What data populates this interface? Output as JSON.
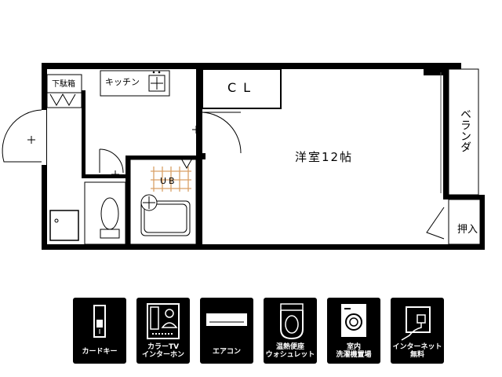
{
  "floor_plan": {
    "labels": {
      "kitchen": "キッチン",
      "shoe_cabinet": "下駄箱",
      "closet": "CL",
      "western_room": "洋室12帖",
      "unit_bath": "UB",
      "veranda": "ベランダ",
      "storage": "押入"
    }
  },
  "amenities": [
    {
      "lines": [
        "カードキー"
      ],
      "icon": "card-key-icon"
    },
    {
      "lines": [
        "カラーTV",
        "インターホン"
      ],
      "icon": "intercom-icon"
    },
    {
      "lines": [
        "エアコン"
      ],
      "icon": "air-conditioner-icon"
    },
    {
      "lines": [
        "温熱便座",
        "ウォシュレット"
      ],
      "icon": "washlet-toilet-icon"
    },
    {
      "lines": [
        "室内",
        "洗濯機置場"
      ],
      "icon": "washing-machine-icon"
    },
    {
      "lines": [
        "インターネット",
        "無料"
      ],
      "icon": "internet-icon"
    }
  ],
  "colors": {
    "wall": "#000000",
    "tile": "#000000",
    "bath_grid": "#d9a066"
  }
}
